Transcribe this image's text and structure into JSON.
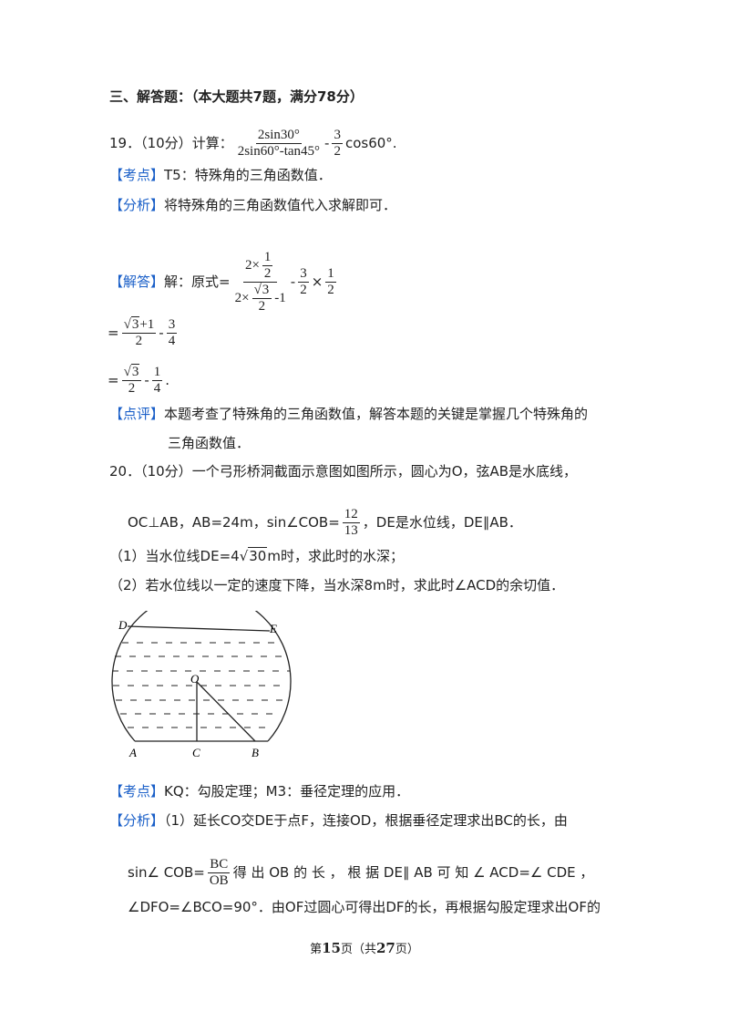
{
  "section_title": "三、解答题：（本大题共7题，满分78分）",
  "q19": {
    "number": "19．",
    "score": "（10分）",
    "prompt": "计算：",
    "frac_num": "2sin30°",
    "frac_den": "2sin60°-tan45°",
    "minus": "-",
    "coef_num": "3",
    "coef_den": "2",
    "tail": "cos60°."
  },
  "q19_kaodian_tag": "【考点】",
  "q19_kaodian_text": "T5：特殊角的三角函数值．",
  "q19_fenxi_tag": "【分析】",
  "q19_fenxi_text": "将特殊角的三角函数值代入求解即可．",
  "q19_jieda": {
    "tag": "【解答】",
    "lead": "解：原式=",
    "big_num_a": "2×",
    "half_num": "1",
    "half_den": "2",
    "big_den_a": "2×",
    "sqrt3": "3",
    "den2": "2",
    "minus1": "-1",
    "minus": "-",
    "f3": "3",
    "f2": "2",
    "times": "×",
    "f1": "1",
    "f2b": "2"
  },
  "step2": {
    "eq": "=",
    "sq": "3",
    "plus1": "+1",
    "den": "2",
    "minus": "-",
    "n3": "3",
    "d4": "4"
  },
  "step3": {
    "eq": "=",
    "sq": "3",
    "den": "2",
    "minus": "-",
    "n1": "1",
    "d4": "4",
    "dot": "."
  },
  "q19_dianping_tag": "【点评】",
  "q19_dianping_text": "本题考查了特殊角的三角函数值，解答本题的关键是掌握几个特殊角的",
  "q19_dianping_text2": "三角函数值．",
  "q20": {
    "number": "20．",
    "score": "（10分）",
    "text1": "一个弓形桥洞截面示意图如图所示，圆心为O，弦AB是水底线，",
    "text2a": "OC⊥AB，AB=24m，sin∠COB=",
    "sin_num": "12",
    "sin_den": "13",
    "text2b": "，DE是水位线，DE∥AB．",
    "part1a": "（1）当水位线DE=4",
    "part1_sqrt": "30",
    "part1b": "m时，求此时的水深；",
    "part2": "（2）若水位线以一定的速度下降，当水深8m时，求此时∠ACD的余切值．"
  },
  "figure_labels": {
    "D": "D",
    "E": "E",
    "O": "O",
    "A": "A",
    "C": "C",
    "B": "B"
  },
  "q20_kaodian_tag": "【考点】",
  "q20_kaodian_text": "KQ：勾股定理；M3：垂径定理的应用．",
  "q20_fenxi_tag": "【分析】",
  "q20_fenxi_text": "（1）延长CO交DE于点F，连接OD，根据垂径定理求出BC的长，由",
  "q20_fenxi_line2": {
    "a": "sin∠ COB=",
    "num": "BC",
    "den": "OB",
    "b": "得 出 OB 的 长 ， 根 据 DE∥ AB 可 知 ∠ ACD=∠ CDE ，"
  },
  "q20_fenxi_line3": "∠DFO=∠BCO=90°．由OF过圆心可得出DF的长，再根据勾股定理求出OF的",
  "footer": {
    "pre": "第",
    "page": "15",
    "mid": "页（共",
    "total": "27",
    "post": "页）"
  }
}
